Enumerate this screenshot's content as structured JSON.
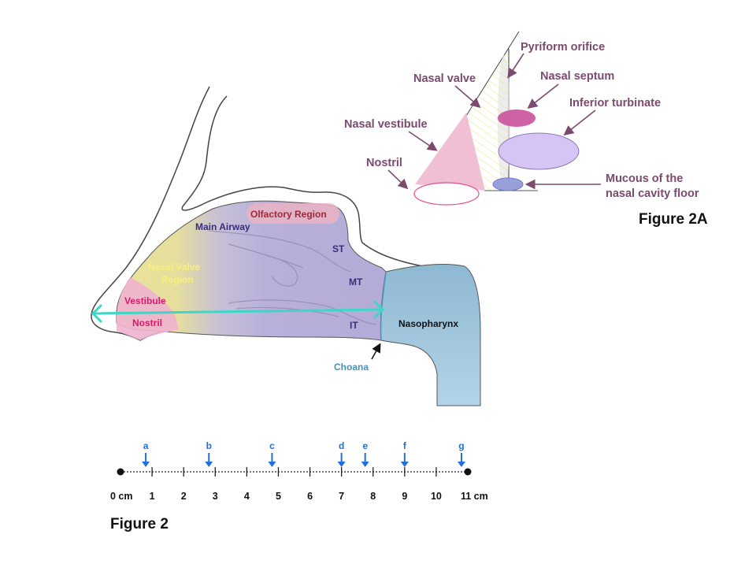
{
  "figure_2a": {
    "title": "Figure 2A",
    "labels": {
      "pyriform_orifice": "Pyriform orifice",
      "nasal_valve": "Nasal valve",
      "nasal_septum": "Nasal septum",
      "inferior_turbinate": "Inferior turbinate",
      "nasal_vestibule": "Nasal vestibule",
      "nostril": "Nostril",
      "mucous_line1": "Mucous of the",
      "mucous_line2": "nasal cavity floor"
    },
    "colors": {
      "label": "#7b4a6e",
      "vestibule": "#f0bfd4",
      "nostril_outline": "#e0508e",
      "septum": "#cc5aa0",
      "inferior_turbinate": "#d6c4f4",
      "mucous": "#98a0dc",
      "valve_hatch": "#ede27a"
    }
  },
  "figure_2": {
    "title": "Figure 2",
    "regions": {
      "olfactory": "Olfactory Region",
      "main_airway": "Main Airway",
      "nasal_valve_line1": "Nasal  Valve",
      "nasal_valve_line2": "Region",
      "vestibule": "Vestibule",
      "nostril": "Nostril",
      "st": "ST",
      "mt": "MT",
      "it": "IT",
      "nasopharynx": "Nasopharynx",
      "choana": "Choana"
    },
    "colors": {
      "airway": "#b9b0d9",
      "olfactory": "#eab4c3",
      "olfactory_text": "#9a2a3a",
      "nasal_valve": "#ebe59a",
      "nasal_valve_text": "#f6f07a",
      "vestibule": "#eeb3cf",
      "vestibule_text": "#d81b6a",
      "airway_text": "#3a2d7a",
      "nasopharynx": "#9fc4dc",
      "choana_text": "#4a8fb8",
      "arrow": "#3fd6c8"
    }
  },
  "scale": {
    "unit": "cm",
    "ticks": [
      "0 cm",
      "1",
      "2",
      "3",
      "4",
      "5",
      "6",
      "7",
      "8",
      "9",
      "10",
      "11 cm"
    ],
    "range": [
      0,
      11
    ],
    "markers": [
      {
        "label": "a",
        "position_cm": 0.8
      },
      {
        "label": "b",
        "position_cm": 2.8
      },
      {
        "label": "c",
        "position_cm": 4.8
      },
      {
        "label": "d",
        "position_cm": 7.0
      },
      {
        "label": "e",
        "position_cm": 7.75
      },
      {
        "label": "f",
        "position_cm": 9.0
      },
      {
        "label": "g",
        "position_cm": 10.8
      }
    ]
  }
}
